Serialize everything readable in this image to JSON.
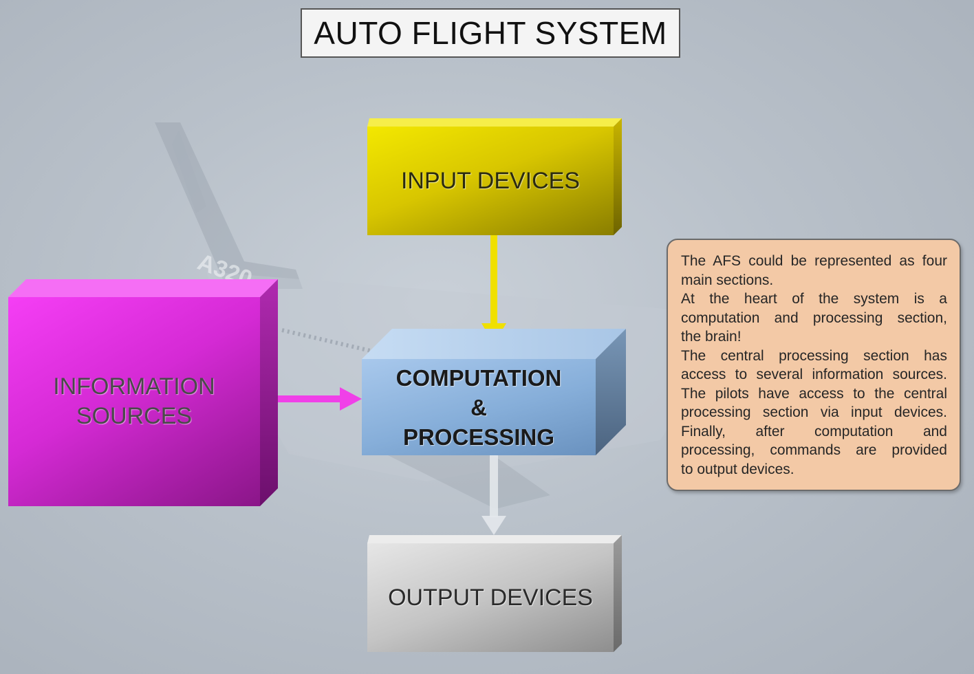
{
  "title": "AUTO FLIGHT SYSTEM",
  "background": {
    "aircraft_marking": "A320"
  },
  "blocks": {
    "input": {
      "label": "INPUT DEVICES",
      "color": "#e0d000"
    },
    "info": {
      "lines": [
        "INFORMATION",
        "SOURCES"
      ],
      "color": "#e032e0"
    },
    "computation": {
      "lines": [
        "COMPUTATION",
        "&",
        "PROCESSING"
      ],
      "color": "#8ab2dc"
    },
    "output": {
      "label": "OUTPUT DEVICES",
      "color": "#c0c0c0"
    }
  },
  "connectors": [
    {
      "from": "input",
      "to": "computation",
      "color": "#f0e000"
    },
    {
      "from": "info",
      "to": "computation",
      "color": "#f040e8"
    },
    {
      "from": "computation",
      "to": "output",
      "color": "#e4e8ec"
    }
  ],
  "description": {
    "lines": [
      "The AFS could be represented as four",
      "main sections.",
      "At the heart of the system is a",
      "computation and processing section,",
      "the brain!",
      "The central processing section has",
      "access to several information sources.",
      "The pilots have access to the central",
      "processing section via input devices.",
      "Finally, after computation and",
      "processing, commands are provided",
      "to output devices."
    ]
  }
}
